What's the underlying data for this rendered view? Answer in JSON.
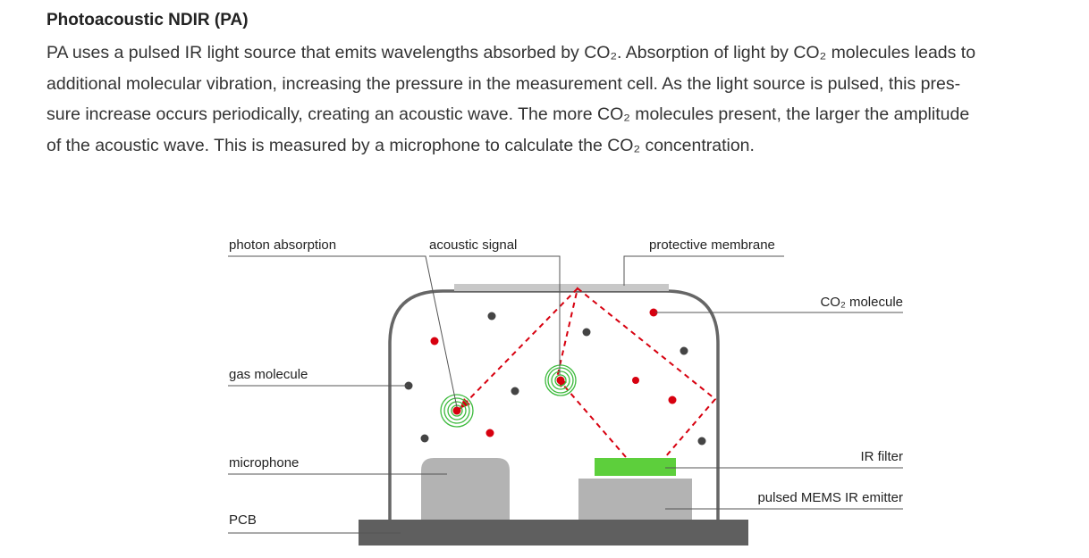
{
  "header": {
    "title": "Photoacoustic NDIR (PA)"
  },
  "body": {
    "lines": [
      "PA uses a pulsed IR light source that emits wavelengths absorbed by CO₂. Absorption of light by CO₂ molecules leads to",
      "additional molecular vibration, increasing the pressure in the measurement cell. As the light source is pulsed, this pres-",
      "sure increase occurs periodically, creating an acoustic wave. The more CO₂ molecules present, the larger the amplitude",
      "of the acoustic wave. This is measured by a microphone to calculate the CO₂ concentration."
    ]
  },
  "diagram": {
    "labels": {
      "photon_absorption": "photon absorption",
      "acoustic_signal": "acoustic signal",
      "protective_membrane": "protective membrane",
      "co2_molecule": "CO₂ molecule",
      "gas_molecule": "gas molecule",
      "microphone": "microphone",
      "ir_filter": "IR filter",
      "pulsed_mems_ir_emitter": "pulsed MEMS IR emitter",
      "pcb": "PCB"
    },
    "colors": {
      "co2": "#d7000f",
      "gas": "#444444",
      "beam": "#d7000f",
      "filter": "#5dcf3c",
      "wave": "#3cba3c",
      "component": "#b3b3b3",
      "pcb": "#5f5f5f",
      "housing": "#666666"
    }
  }
}
